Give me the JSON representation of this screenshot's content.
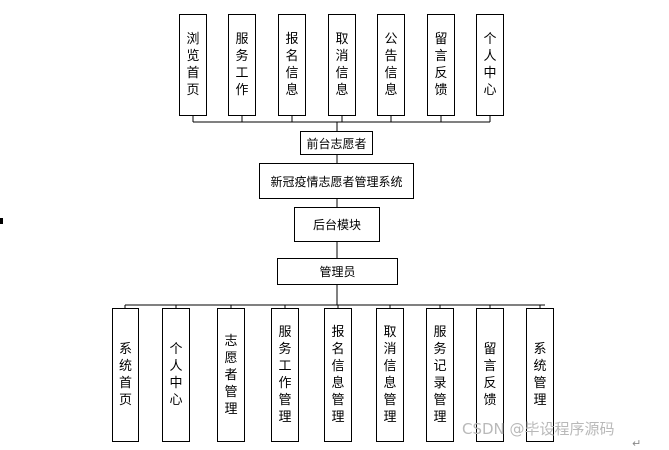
{
  "top_nodes": [
    "浏览首页",
    "服务工作",
    "报名信息",
    "取消信息",
    "公告信息",
    "留言反馈",
    "个人中心"
  ],
  "front_role": "前台志愿者",
  "system_name": "新冠疫情志愿者管理系统",
  "backend_module": "后台模块",
  "admin_role": "管理员",
  "bottom_nodes": [
    "系统首页",
    "个人中心",
    "志愿者管理",
    "服务工作管理",
    "报名信息管理",
    "取消信息管理",
    "服务记录管理",
    "留言反馈",
    "系统管理"
  ],
  "watermark": "CSDN @毕设程序源码",
  "corner_mark": "↵"
}
